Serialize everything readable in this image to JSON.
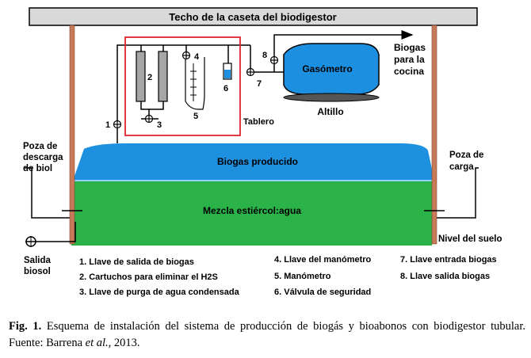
{
  "diagram": {
    "roof": "Techo de la caseta del biodigestor",
    "biogas_produced": "Biogas producido",
    "mixture": "Mezcla estiércol:agua",
    "gasometer": "Gasómetro",
    "attic": "Altillo",
    "board": "Tablero",
    "biogas_kitchen": [
      "Biogas",
      "para la",
      "cocina"
    ],
    "discharge_pool": [
      "Poza de",
      "descarga",
      "de biol"
    ],
    "charge_pool": [
      "Poza de",
      "carga"
    ],
    "ground_level": "Nivel del suelo",
    "biosol_outlet": [
      "Salida",
      "biosol"
    ],
    "numbers": [
      "1",
      "2",
      "3",
      "4",
      "5",
      "6",
      "7",
      "8"
    ],
    "legend": [
      "1. Llave de salida de biogas",
      "2. Cartuchos para eliminar el H2S",
      "3. Llave de purga de agua condensada",
      "4. Llave del manómetro",
      "5. Manómetro",
      "6. Válvula de seguridad",
      "7. Llave entrada biogas",
      "8. Llave salida biogas"
    ]
  },
  "caption": {
    "label": "Fig. 1.",
    "text": "Esquema de instalación del sistema de producción de biogás y bioabonos con biodigestor tubular. Fuente: Barrena",
    "etal": "et al.,",
    "year": "2013."
  },
  "colors": {
    "roof": "#d9d9d9",
    "biogas": "#1e90e0",
    "mixture": "#2bb34a",
    "gasometer": "#1c8fe0",
    "board_border": "#e0242a",
    "post": "#c87a58",
    "cartridge": "#a6a6a6"
  }
}
